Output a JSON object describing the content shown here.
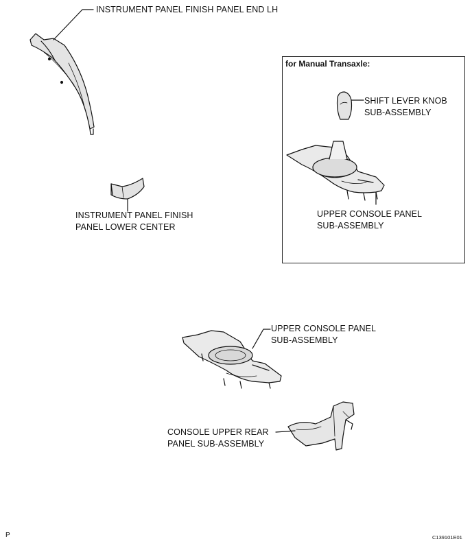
{
  "labels": {
    "finish_panel_end_lh": "INSTRUMENT PANEL FINISH PANEL END LH",
    "lower_center_1": "INSTRUMENT PANEL FINISH",
    "lower_center_2": "PANEL LOWER CENTER",
    "shift_knob_1": "SHIFT LEVER KNOB",
    "shift_knob_2": "SUB-ASSEMBLY",
    "upper_console_mt_1": "UPPER CONSOLE PANEL",
    "upper_console_mt_2": "SUB-ASSEMBLY",
    "upper_console_1": "UPPER CONSOLE PANEL",
    "upper_console_2": "SUB-ASSEMBLY",
    "rear_panel_1": "CONSOLE UPPER REAR",
    "rear_panel_2": "PANEL SUB-ASSEMBLY"
  },
  "inset": {
    "title": "for Manual Transaxle:"
  },
  "footer": {
    "corner_letter": "P",
    "figure_code": "C139101E01"
  }
}
